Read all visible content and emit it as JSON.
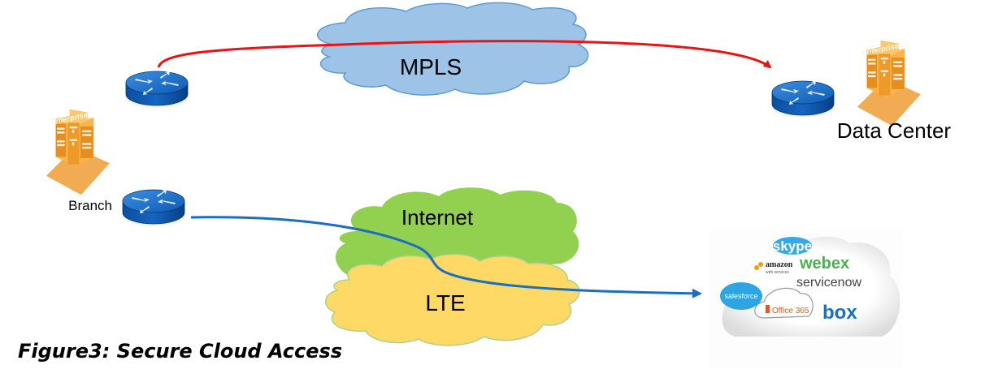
{
  "figure": {
    "caption": "Figure3: Secure Cloud Access",
    "colors": {
      "mpls_link": "#ee1111",
      "internet_link": "#1a6fc4",
      "mpls_cloud": "#9dc3e6",
      "mpls_cloud_stroke": "#5b9bd5",
      "internet_cloud": "#92d050",
      "lte_cloud": "#ffd966",
      "lte_cloud_stroke": "#a9d18e",
      "router": "#1565c0",
      "building": "#f0a030"
    }
  },
  "clouds": {
    "mpls": "MPLS",
    "internet": "Internet",
    "lte": "LTE"
  },
  "sites": {
    "branch": {
      "label": "Branch",
      "building_sign": "Enterprise"
    },
    "datacenter": {
      "label": "Data Center",
      "building_sign": "Enterprise"
    }
  },
  "saas_cloud": {
    "apps": [
      "skype",
      "amazon",
      "web services",
      "webex",
      "servicenow",
      "salesforce",
      "Office 365",
      "box"
    ]
  }
}
